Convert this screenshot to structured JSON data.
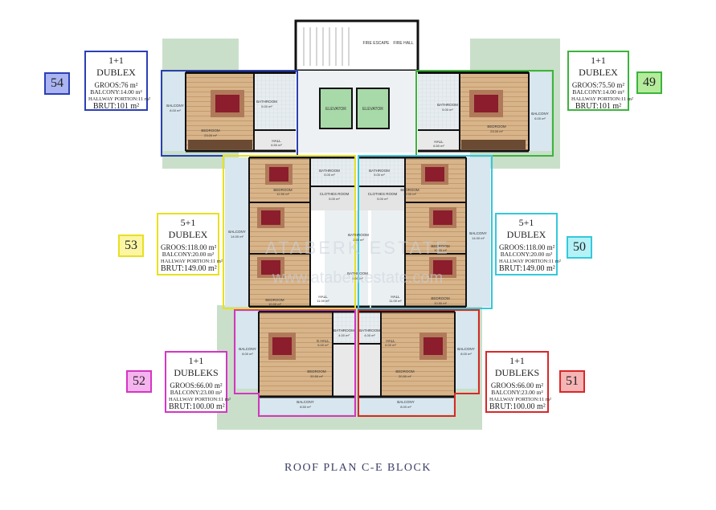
{
  "caption": "ROOF PLAN  C-E BLOCK",
  "watermark": {
    "brand": "ATABERK ESTATE",
    "url": "www.ataberkestate.com"
  },
  "core": {
    "fire_escape": "FIRE ESCAPE",
    "fire_hall": "FIRE HALL",
    "elevator_1": "ELEVATOR",
    "elevator_2": "ELEVATOR"
  },
  "units": [
    {
      "id": "54",
      "title": "1+1 DUBLEX",
      "groos": "GROOS:76 m²",
      "balcony": "BALCONY:14.00 m²",
      "hallway": "HALLWAY PORTION:11 m²",
      "brut": "BRUT:101 m²",
      "color": "#2b3fb5",
      "num_fill": "#aab4f2"
    },
    {
      "id": "49",
      "title": "1+1 DUBLEX",
      "groos": "GROOS:75.50 m²",
      "balcony": "BALCONY:14.00 m²",
      "hallway": "HALLWAY PORTION:11 m²",
      "brut": "BRUT:101 m²",
      "color": "#3cb43c",
      "num_fill": "#b4ec9c"
    },
    {
      "id": "53",
      "title": "5+1 DUBLEX",
      "groos": "GROOS:118.00 m²",
      "balcony": "BALCONY:20.00 m²",
      "hallway": "HALLWAY PORTION:11 m²",
      "brut": "BRUT:149.00 m²",
      "color": "#e8e020",
      "num_fill": "#fbf6a4"
    },
    {
      "id": "50",
      "title": "5+1 DUBLEX",
      "groos": "GROOS:118.00 m²",
      "balcony": "BALCONY:20.00 m²",
      "hallway": "HALLWAY PORTION:11 m²",
      "brut": "BRUT:149.00 m²",
      "color": "#34c8dc",
      "num_fill": "#b4f2f8"
    },
    {
      "id": "52",
      "title": "1+1 DUBLEKS",
      "groos": "GROOS:66.00 m²",
      "balcony": "BALCONY:23.00 m²",
      "hallway": "HALLWAY PORTION:11 m²",
      "brut": "BRUT:100.00 m²",
      "color": "#d436c4",
      "num_fill": "#f6b4ee"
    },
    {
      "id": "51",
      "title": "1+1 DUBLEKS",
      "groos": "GROOS:66.00 m²",
      "balcony": "BALCONY:23.00 m²",
      "hallway": "HALLWAY PORTION:11 m²",
      "brut": "BRUT:100.00 m²",
      "color": "#d82828",
      "num_fill": "#f6b4b4"
    }
  ],
  "rooms": {
    "u54_balcony": "BALCONY",
    "u54_balcony_a": "8.00 m²",
    "u54_bedroom": "BEDROOM",
    "u54_bedroom_a": "23.00 m²",
    "u54_bath": "BATHROOM",
    "u54_bath_a": "5.00 m²",
    "u54_hall": "HALL",
    "u54_hall_a": "6.50 m²",
    "u49_balcony": "BALCONY",
    "u49_balcony_a": "6.00 m²",
    "u49_bedroom": "BEDROOM",
    "u49_bedroom_a": "23.00 m²",
    "u49_bath": "BATHROOM",
    "u49_bath_a": "5.00 m²",
    "u49_hall": "HALL",
    "u49_hall_a": "6.50 m²",
    "u53_balcony": "BALCONY",
    "u53_balcony_a": "14.00 m²",
    "u53_bed1": "BEDROOM",
    "u53_bed1_a": "12.50 m²",
    "u53_bed3": "BEDROOM",
    "u53_bed3_a": "10.00 m²",
    "u53_bath": "BATHROOM",
    "u53_bath_a": "5.00 m²",
    "u53_closet": "CLOTHES ROOM",
    "u53_closet_a": "5.00 m²",
    "u53_bath2": "BATHROOM",
    "u53_bath2_a": "4.00 m²",
    "u53_hall": "HALL",
    "u53_hall_a": "11.00 m²",
    "u50_balcony": "BALCONY",
    "u50_balcony_a": "14.00 m²",
    "u50_bed1": "BEDROOM",
    "u50_bed1_a": "12.00 m²",
    "u50_bed2": "BEDROOM",
    "u50_bed2_a": "10.00 m²",
    "u50_bed3": "BEDROOM",
    "u50_bed3_a": "10.50 m²",
    "u50_bath": "BATHROOM",
    "u50_bath_a": "5.00 m²",
    "u50_closet": "CLOTHES ROOM",
    "u50_closet_a": "5.00 m²",
    "u50_bath2": "BATHROOM",
    "u50_bath2_a": "2.50 m²",
    "u50_hall": "HALL",
    "u50_hall_a": "11.00 m²",
    "u52_balcony": "BALCONY",
    "u52_balcony_a": "8.00 m²",
    "u52_balcony2": "BALCONY",
    "u52_balcony2_a": "8.50 m²",
    "u52_bedroom": "BEDROOM",
    "u52_bedroom_a": "20.50 m²",
    "u52_bath": "BATHROOM",
    "u52_bath_a": "4.00 m²",
    "u52_hall": "E.HALL",
    "u52_hall_a": "6.00 m²",
    "u51_balcony": "BALCONY",
    "u51_balcony_a": "8.00 m²",
    "u51_balcony2": "BALCONY",
    "u51_balcony2_a": "8.00 m²",
    "u51_bedroom": "BEDROOM",
    "u51_bedroom_a": "20.50 m²",
    "u51_bath": "BATHROOM",
    "u51_bath_a": "4.00 m²",
    "u51_hall": "HALL",
    "u51_hall_a": "6.00 m²"
  }
}
